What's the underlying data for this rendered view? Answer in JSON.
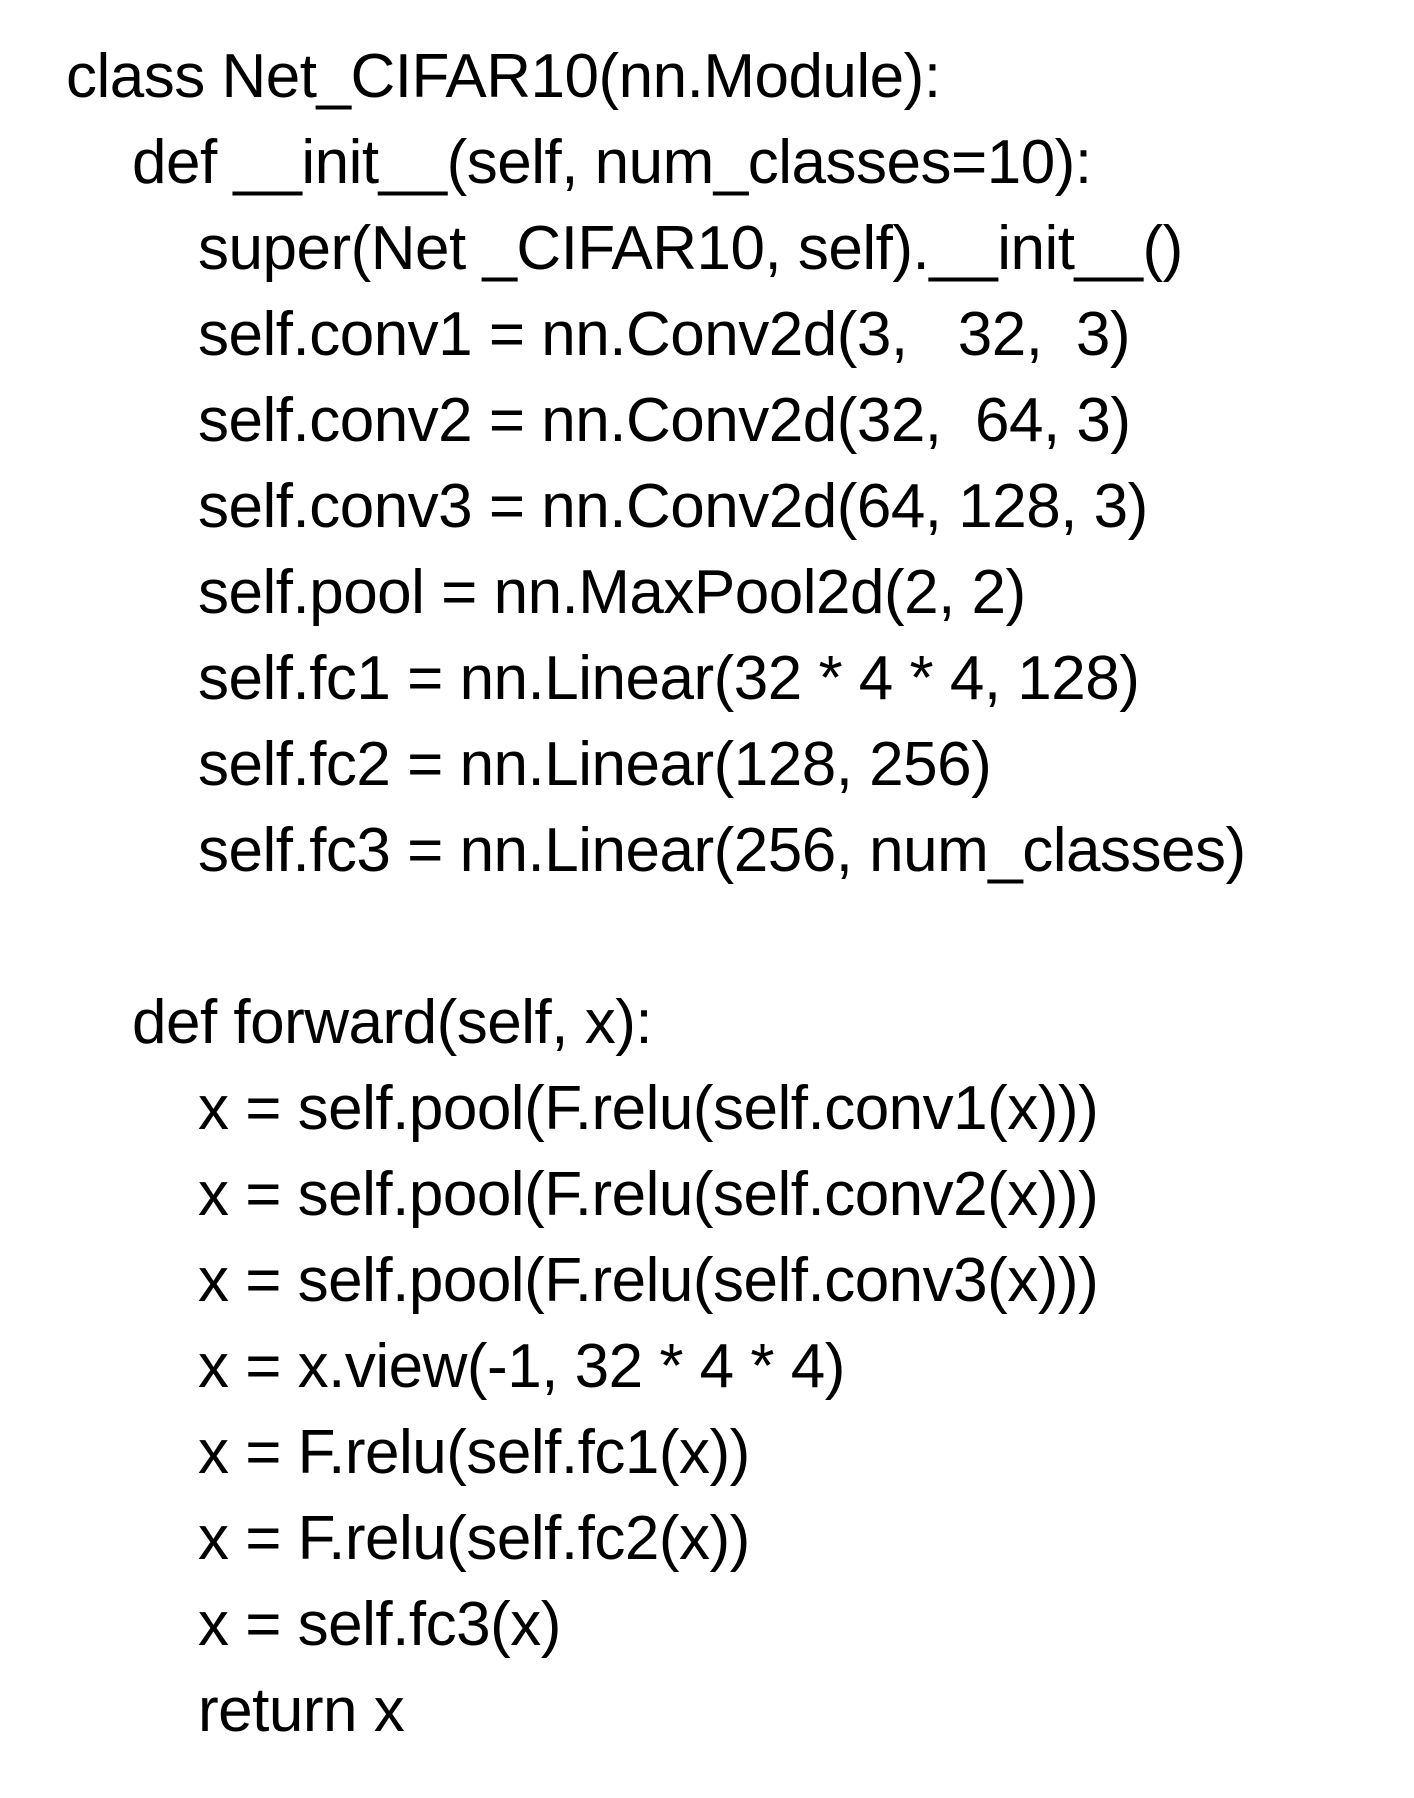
{
  "code": {
    "lines": [
      {
        "text": "class Net_CIFAR10(nn.Module):",
        "indent": 0
      },
      {
        "text": "def __init__(self, num_classes=10):",
        "indent": 1
      },
      {
        "text": "super(Net _CIFAR10, self).__init__()",
        "indent": 2
      },
      {
        "text": "self.conv1 = nn.Conv2d(3,   32,  3)",
        "indent": 2
      },
      {
        "text": "self.conv2 = nn.Conv2d(32,  64, 3)",
        "indent": 2
      },
      {
        "text": "self.conv3 = nn.Conv2d(64, 128, 3)",
        "indent": 2
      },
      {
        "text": "self.pool = nn.MaxPool2d(2, 2)",
        "indent": 2
      },
      {
        "text": "self.fc1 = nn.Linear(32 * 4 * 4, 128)",
        "indent": 2
      },
      {
        "text": "self.fc2 = nn.Linear(128, 256)",
        "indent": 2
      },
      {
        "text": "self.fc3 = nn.Linear(256, num_classes)",
        "indent": 2
      },
      {
        "text": "",
        "indent": 0
      },
      {
        "text": "def forward(self, x):",
        "indent": 1
      },
      {
        "text": "x = self.pool(F.relu(self.conv1(x)))",
        "indent": 2
      },
      {
        "text": "x = self.pool(F.relu(self.conv2(x)))",
        "indent": 2
      },
      {
        "text": "x = self.pool(F.relu(self.conv3(x)))",
        "indent": 2
      },
      {
        "text": "x = x.view(-1, 32 * 4 * 4)",
        "indent": 2
      },
      {
        "text": "x = F.relu(self.fc1(x))",
        "indent": 2
      },
      {
        "text": "x = F.relu(self.fc2(x))",
        "indent": 2
      },
      {
        "text": "x = self.fc3(x)",
        "indent": 2
      },
      {
        "text": "return x",
        "indent": 2
      }
    ]
  }
}
